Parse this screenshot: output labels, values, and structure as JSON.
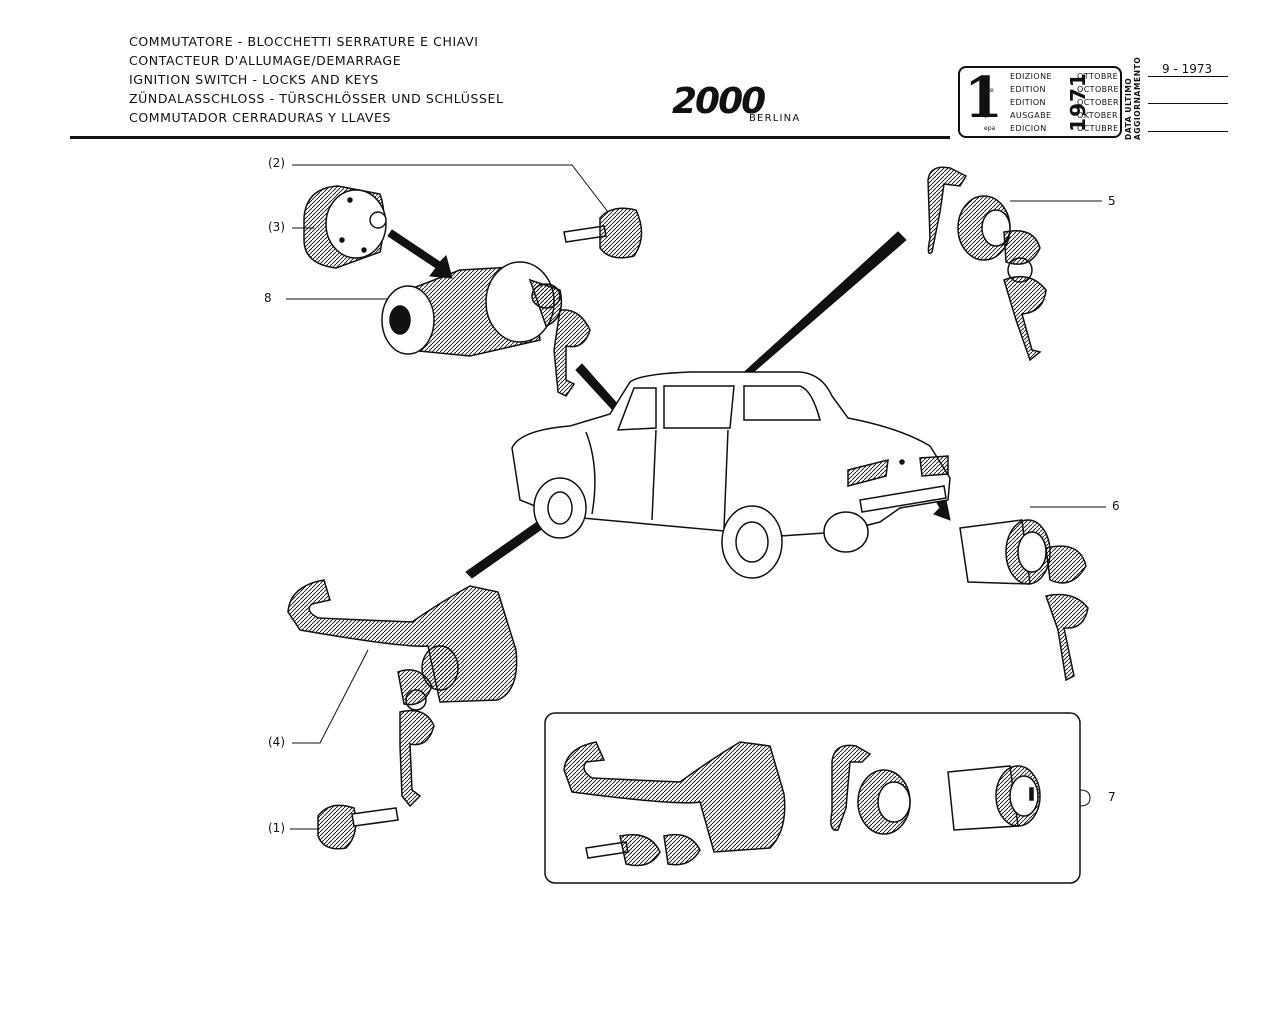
{
  "header": {
    "titles": [
      "COMMUTATORE - BLOCCHETTI SERRATURE E CHIAVI",
      "CONTACTEUR D'ALLUMAGE/DEMARRAGE",
      "IGNITION SWITCH - LOCKS AND KEYS",
      "ZÜNDALASSCHLOSS - TÜRSCHLÖSSER UND SCHLÜSSEL",
      "COMMUTADOR CERRADURAS Y LLAVES"
    ],
    "model_logo": "2000",
    "model_sub": "BERLINA"
  },
  "edition": {
    "number": "1",
    "superscripts": [
      "a",
      "ére",
      "st",
      "e",
      "ера"
    ],
    "labels": [
      "EDIZIONE",
      "EDITION",
      "EDITION",
      "AUSGABE",
      "EDICION"
    ],
    "year": "1971",
    "months": [
      "OTTOBRE",
      "OCTOBRE",
      "OCTOBER",
      "OKTOBER",
      "OCTUBRE"
    ],
    "update_label_1": "DATA ULTIMO",
    "update_label_2": "AGGIORNAMENTO",
    "update_date": "9 - 1973"
  },
  "callouts": {
    "c2": "(2)",
    "c3": "(3)",
    "c8": "8",
    "c5": "5",
    "c6": "6",
    "c4": "(4)",
    "c1": "(1)",
    "c7": "7"
  }
}
